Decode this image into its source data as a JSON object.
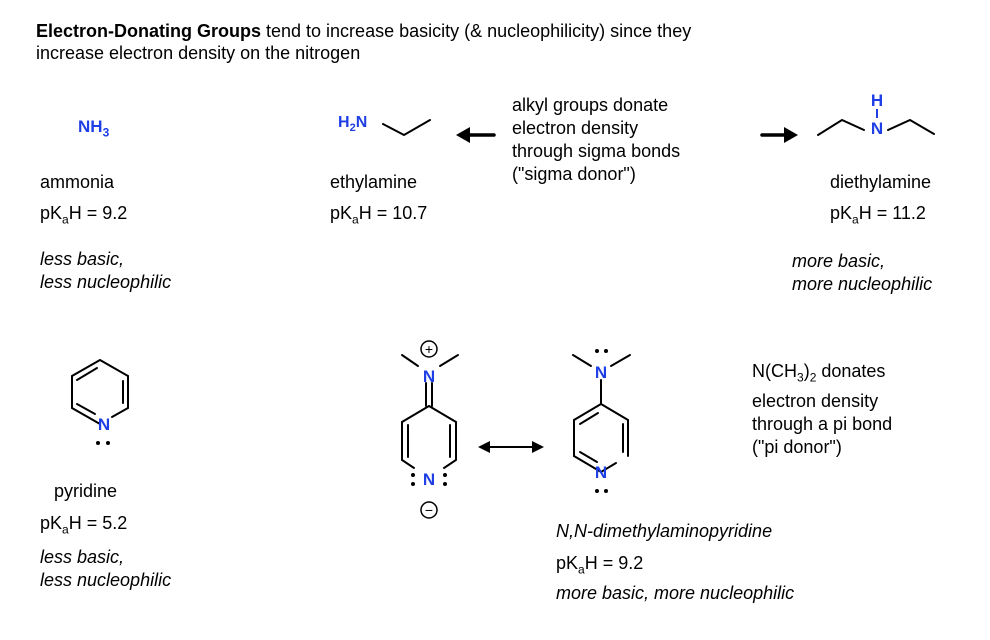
{
  "intro": {
    "bold": "Electron-Donating Groups",
    "rest_line1": " tend to increase basicity (& nucleophilicity) since they",
    "line2": "increase electron density on the nitrogen"
  },
  "ammonia": {
    "formula_main": "NH",
    "formula_sub": "3",
    "name": "ammonia",
    "pka_prefix": "pK",
    "pka_sub": "a",
    "pka_rest": "H = 9.2",
    "note1": "less basic,",
    "note2": "less nucleophilic"
  },
  "ethylamine": {
    "label_main": "H",
    "label_sub": "2",
    "label_n": "N",
    "name": "ethylamine",
    "pka_prefix": "pK",
    "pka_sub": "a",
    "pka_rest": "H = 10.7"
  },
  "alkyl_note": {
    "line1": "alkyl groups donate",
    "line2": "electron density",
    "line3": "through sigma bonds",
    "line4": "(\"sigma donor\")"
  },
  "diethylamine": {
    "atom_h": "H",
    "atom_n": "N",
    "name": "diethylamine",
    "pka_prefix": "pK",
    "pka_sub": "a",
    "pka_rest": "H = 11.2",
    "note1": "more basic,",
    "note2": "more nucleophilic"
  },
  "pyridine": {
    "atom_n": "N",
    "name": "pyridine",
    "pka_prefix": "pK",
    "pka_sub": "a",
    "pka_rest": "H = 5.2",
    "note1": "less basic,",
    "note2": "less nucleophilic"
  },
  "dmap": {
    "atom_n_top": "N",
    "atom_n_ring": "N",
    "plus_sign": "+",
    "minus_sign": "−",
    "atom_n2_top": "N",
    "atom_n2_ring": "N",
    "name": "N,N-dimethylaminopyridine",
    "pka_prefix": "pK",
    "pka_sub": "a",
    "pka_rest": "H = 9.2",
    "note": "more basic, more nucleophilic"
  },
  "pi_note": {
    "line1_main": "N(CH",
    "line1_sub": "3",
    "line1_close": ")",
    "line1_sub2": "2",
    "line1_rest": " donates",
    "line2": "electron density",
    "line3": "through a pi bond",
    "line4": "(\"pi donor\")"
  },
  "colors": {
    "nitrogen": "#1f3fe6",
    "text": "#000000"
  }
}
